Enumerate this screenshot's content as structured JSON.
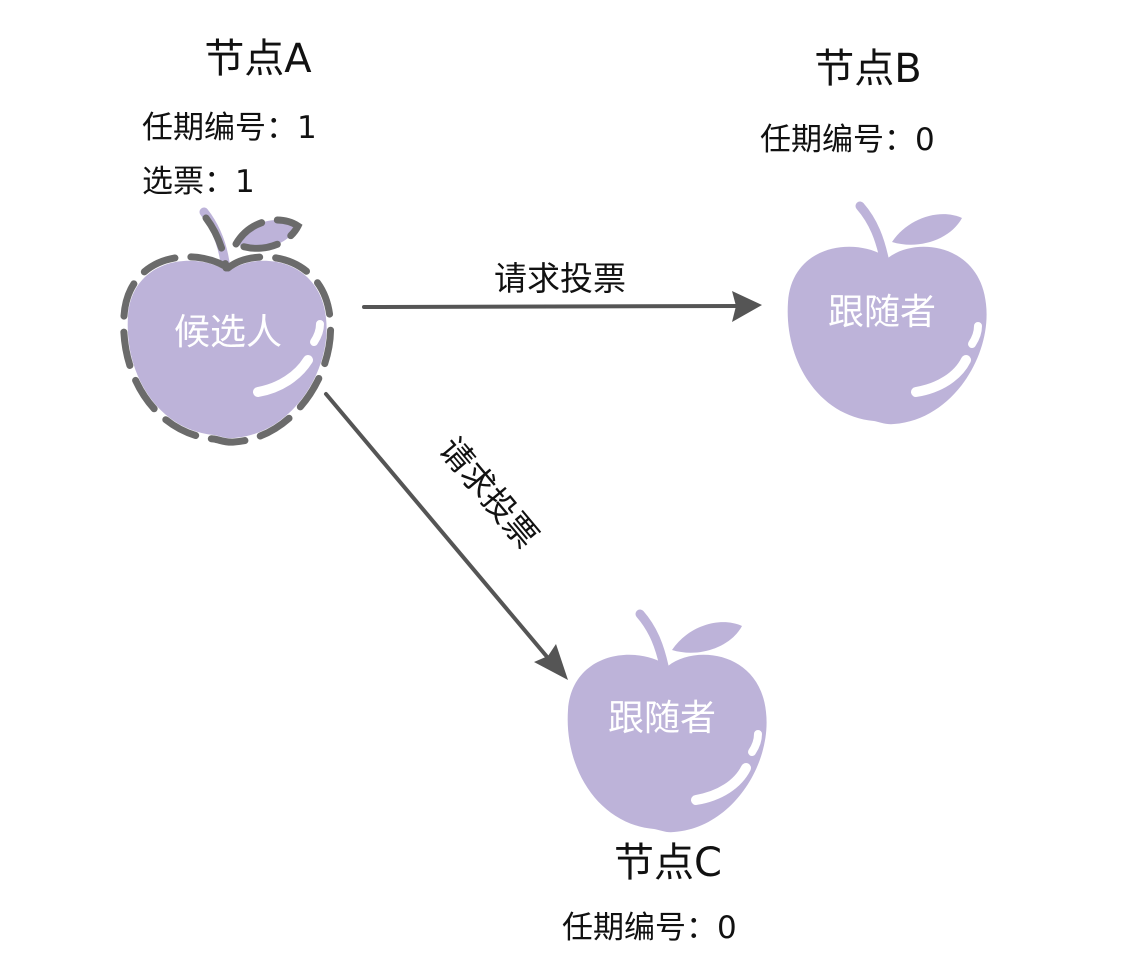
{
  "colors": {
    "apple": "#bdb3d9",
    "outline": "#6b6b6b",
    "arrow": "#555555",
    "text": "#111111",
    "label_on_apple": "#ffffff"
  },
  "nodes": {
    "a": {
      "title": "节点A",
      "term": "任期编号：1",
      "votes": "选票：1",
      "role": "候选人",
      "icon": "apple-icon"
    },
    "b": {
      "title": "节点B",
      "term": "任期编号：0",
      "role": "跟随者",
      "icon": "apple-icon"
    },
    "c": {
      "title": "节点C",
      "term": "任期编号：0",
      "role": "跟随者",
      "icon": "apple-icon"
    }
  },
  "edges": {
    "a_to_b": {
      "label": "请求投票"
    },
    "a_to_c": {
      "label": "请求投票"
    }
  }
}
